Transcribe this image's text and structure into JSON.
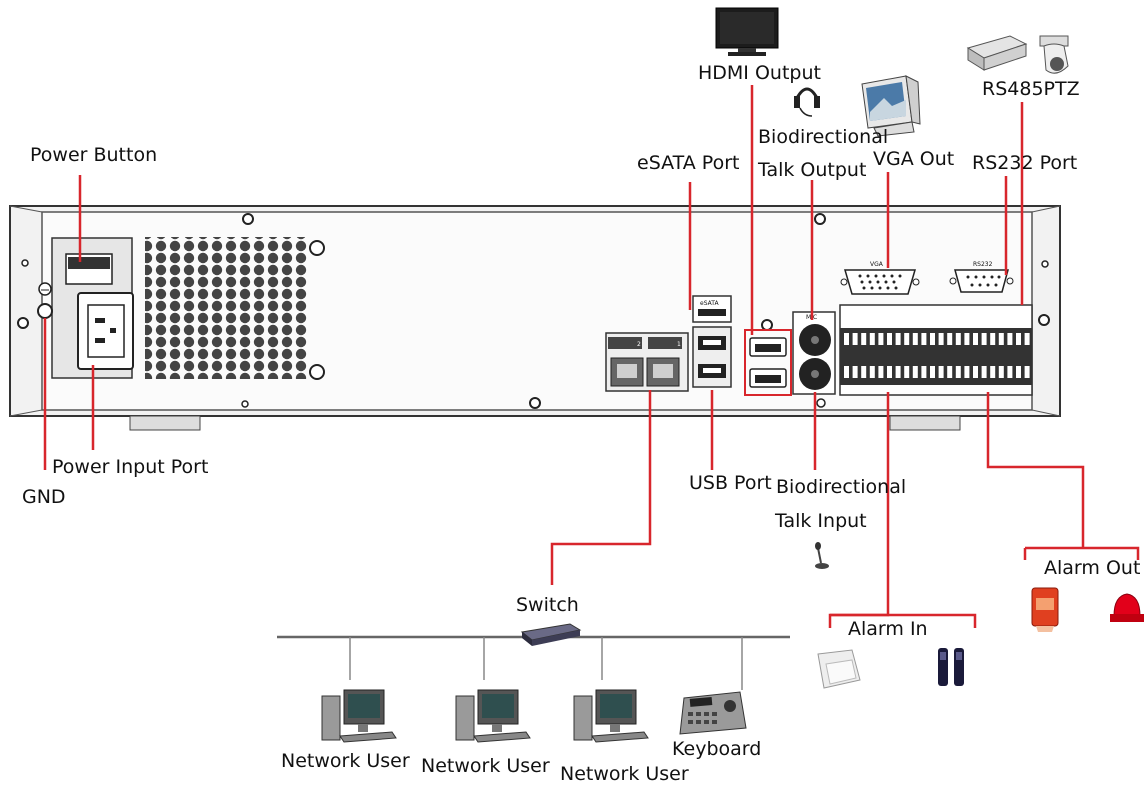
{
  "labels": {
    "power_button": "Power Button",
    "power_input_port": "Power Input Port",
    "gnd": "GND",
    "esata_port": "eSATA Port",
    "hdmi_output": "HDMI Output",
    "bidirectional_talk_output_line1": "Biodirectional",
    "bidirectional_talk_output_line2": "Talk Output",
    "vga_out": "VGA Out",
    "rs485ptz": "RS485PTZ",
    "rs232_port": "RS232 Port",
    "usb_port": "USB Port",
    "bidirectional_talk_input_line1": "Biodirectional",
    "bidirectional_talk_input_line2": "Talk Input",
    "switch": "Switch",
    "alarm_in": "Alarm In",
    "alarm_out": "Alarm Out",
    "network_user_1": "Network User",
    "network_user_2": "Network User",
    "network_user_3": "Network User",
    "keyboard": "Keyboard"
  },
  "panel_print": {
    "vga": "VGA",
    "rs232": "RS232",
    "esata": "eSATA",
    "mic": "MIC",
    "lan1": "1",
    "lan2": "2"
  },
  "colors": {
    "connector_line": "#d8262c",
    "device_body": "#f4f4f4",
    "device_outline": "#333333"
  }
}
